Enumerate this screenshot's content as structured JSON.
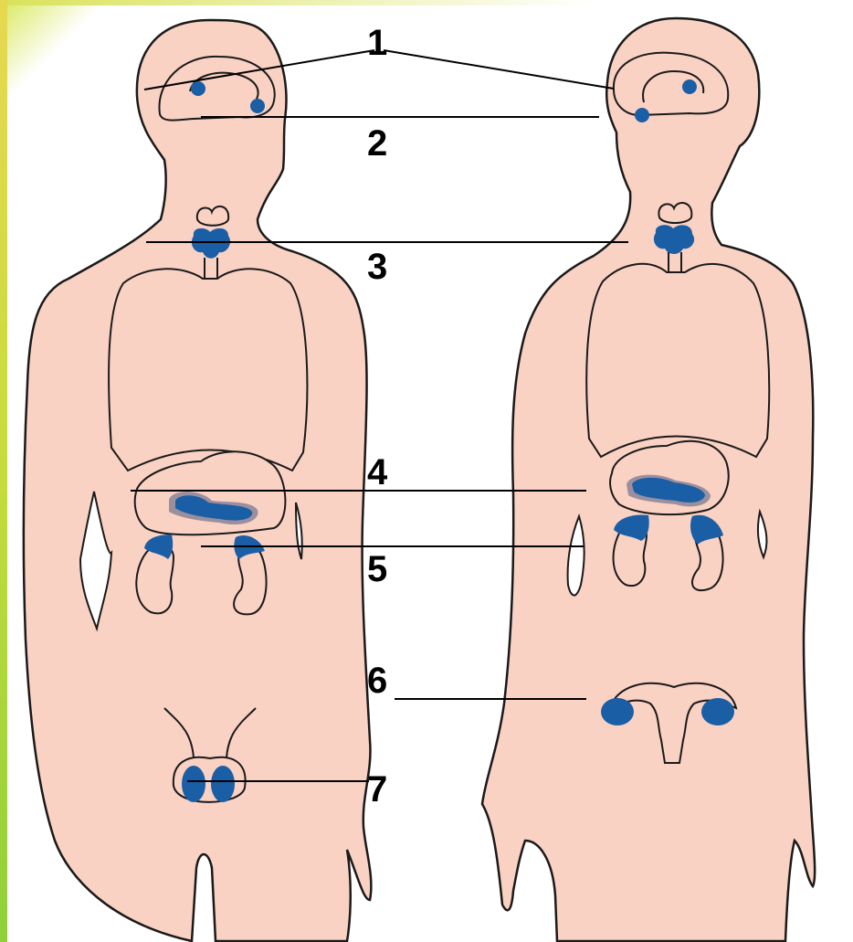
{
  "labels": {
    "l1": "1",
    "l2": "2",
    "l3": "3",
    "l4": "4",
    "l5": "5",
    "l6": "6",
    "l7": "7"
  },
  "colors": {
    "skin": "#fad2c4",
    "outline": "#1a1a1a",
    "gland": "#1a5ea6",
    "pancreas_halo": "#9b8f9e",
    "leader": "#000000"
  }
}
